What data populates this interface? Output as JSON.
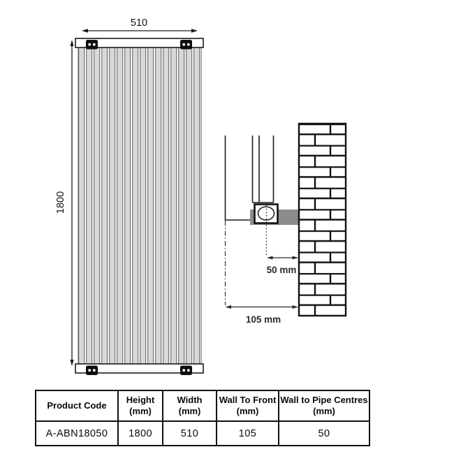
{
  "diagram": {
    "front_view": {
      "width_dim": "510",
      "height_dim": "1800"
    },
    "side_view": {
      "pipe_centres_dim": "50 mm",
      "wall_to_front_dim": "105 mm"
    }
  },
  "spec_table": {
    "headers": [
      {
        "line1": "Product Code",
        "line2": ""
      },
      {
        "line1": "Height",
        "line2": "(mm)"
      },
      {
        "line1": "Width",
        "line2": "(mm)"
      },
      {
        "line1": "Wall To Front",
        "line2": "(mm)"
      },
      {
        "line1": "Wall to Pipe Centres",
        "line2": "(mm)"
      }
    ],
    "row": {
      "product_code": "A-ABN18050",
      "height_mm": "1800",
      "width_mm": "510",
      "wall_to_front_mm": "105",
      "wall_to_pipe_centres_mm": "50"
    }
  },
  "colors": {
    "line": "#1a1a1a",
    "panel_fill": "#d8d8d8",
    "pipe_bracket_gray": "#8c8c8c",
    "dim_text": "#2b2b2b"
  }
}
